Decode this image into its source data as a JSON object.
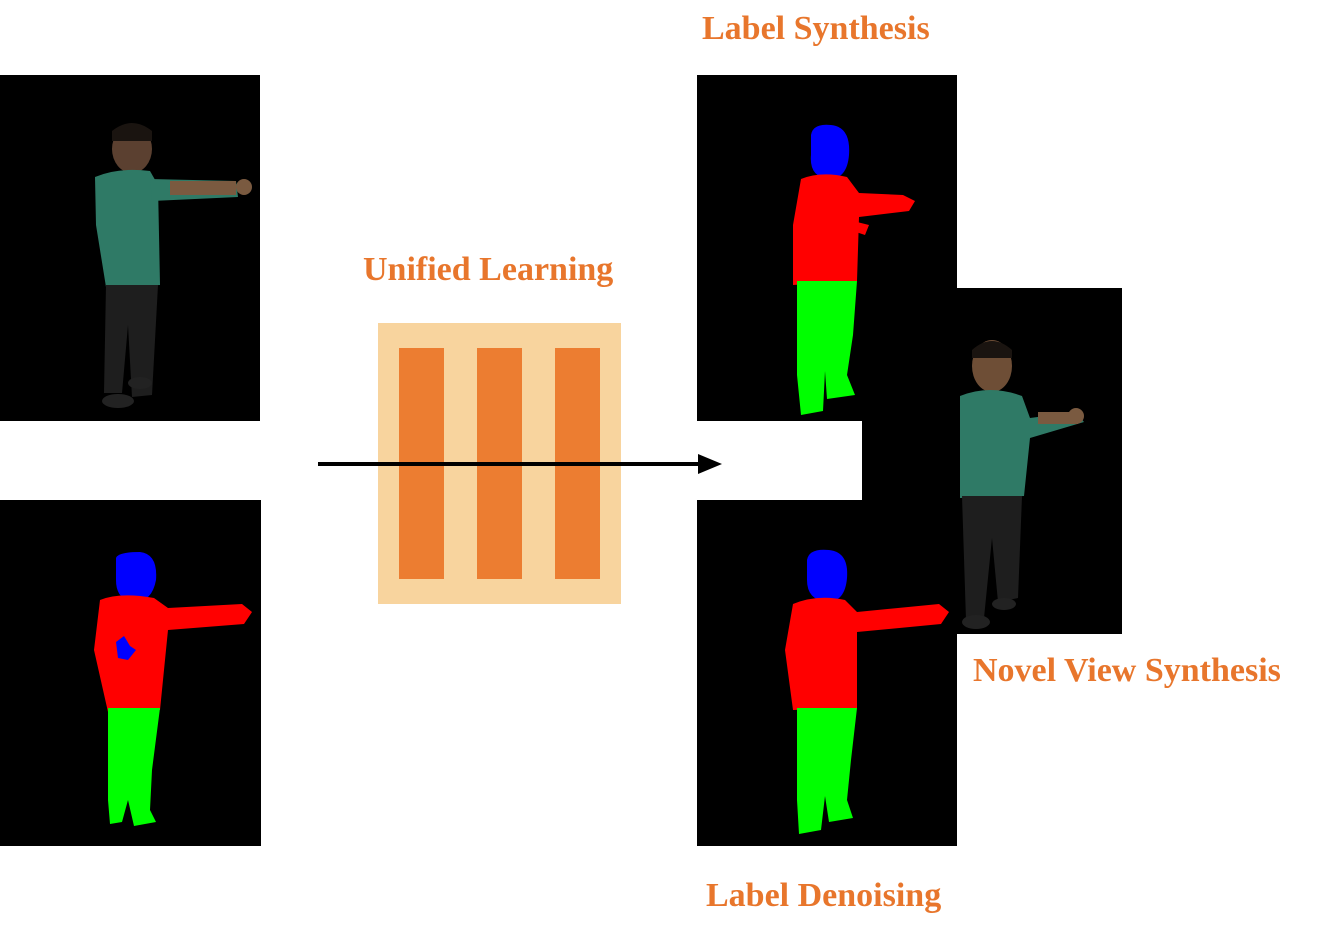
{
  "labels": {
    "label_synthesis": "Label Synthesis",
    "unified_learning": "Unified Learning",
    "novel_view_synthesis": "Novel View Synthesis",
    "label_denoising": "Label Denoising"
  },
  "colors": {
    "label_text": "#E8762C",
    "block_bg": "#F8D49E",
    "block_bar": "#EC7D31",
    "panel_bg": "#000000",
    "arrow": "#000000",
    "seg_head": "#0000FF",
    "seg_torso": "#FF0000",
    "seg_legs": "#00FF00",
    "skin": "#7a5a40",
    "shirt": "#2f7a66",
    "pants": "#1e1e1e"
  }
}
